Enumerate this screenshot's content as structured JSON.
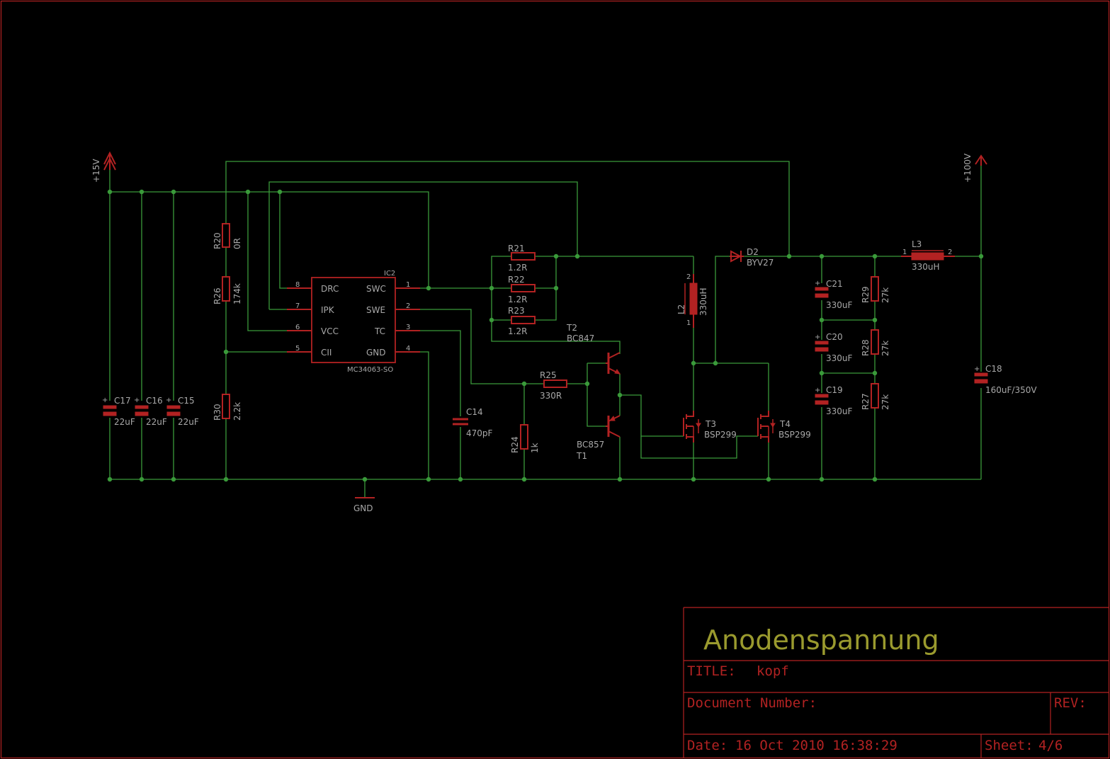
{
  "title_block": {
    "heading": "Anodenspannung",
    "title_label": "TITLE:",
    "title_value": "kopf",
    "docnum_label": "Document Number:",
    "rev_label": "REV:",
    "date_label": "Date:",
    "date_value": "16 Oct 2010 16:38:29",
    "sheet_label": "Sheet:",
    "sheet_value": "4/6"
  },
  "supplies": {
    "vin": "+15V",
    "vout": "+100V",
    "gnd": "GND"
  },
  "ic": {
    "ref": "IC2",
    "value": "MC34063-SO",
    "pins_left": [
      {
        "num": "8",
        "name": "DRC"
      },
      {
        "num": "7",
        "name": "IPK"
      },
      {
        "num": "6",
        "name": "VCC"
      },
      {
        "num": "5",
        "name": "CII"
      }
    ],
    "pins_right": [
      {
        "num": "1",
        "name": "SWC"
      },
      {
        "num": "2",
        "name": "SWE"
      },
      {
        "num": "3",
        "name": "TC"
      },
      {
        "num": "4",
        "name": "GND"
      }
    ]
  },
  "resistors": {
    "r20": {
      "ref": "R20",
      "value": "0R"
    },
    "r26": {
      "ref": "R26",
      "value": "174k"
    },
    "r30": {
      "ref": "R30",
      "value": "2.2k"
    },
    "r21": {
      "ref": "R21",
      "value": "1.2R"
    },
    "r22": {
      "ref": "R22",
      "value": "1.2R"
    },
    "r23": {
      "ref": "R23",
      "value": "1.2R"
    },
    "r25": {
      "ref": "R25",
      "value": "330R"
    },
    "r24": {
      "ref": "R24",
      "value": "1k"
    },
    "r29": {
      "ref": "R29",
      "value": "27k"
    },
    "r28": {
      "ref": "R28",
      "value": "27k"
    },
    "r27": {
      "ref": "R27",
      "value": "27k"
    }
  },
  "capacitors": {
    "c17": {
      "ref": "C17",
      "value": "22uF"
    },
    "c16": {
      "ref": "C16",
      "value": "22uF"
    },
    "c15": {
      "ref": "C15",
      "value": "22uF"
    },
    "c14": {
      "ref": "C14",
      "value": "470pF"
    },
    "c21": {
      "ref": "C21",
      "value": "330uF"
    },
    "c20": {
      "ref": "C20",
      "value": "330uF"
    },
    "c19": {
      "ref": "C19",
      "value": "330uF"
    },
    "c18": {
      "ref": "C18",
      "value": "160uF/350V"
    }
  },
  "inductors": {
    "l2": {
      "ref": "L2",
      "value": "330uH",
      "pin_top": "2",
      "pin_bottom": "1"
    },
    "l3": {
      "ref": "L3",
      "value": "330uH",
      "pin_left": "1",
      "pin_right": "2"
    }
  },
  "diode": {
    "ref": "D2",
    "value": "BYV27"
  },
  "transistors": {
    "t2": {
      "ref": "T2",
      "value": "BC847"
    },
    "t1": {
      "ref": "T1",
      "value": "BC857"
    },
    "t3": {
      "ref": "T3",
      "value": "BSP299"
    },
    "t4": {
      "ref": "T4",
      "value": "BSP299"
    }
  }
}
